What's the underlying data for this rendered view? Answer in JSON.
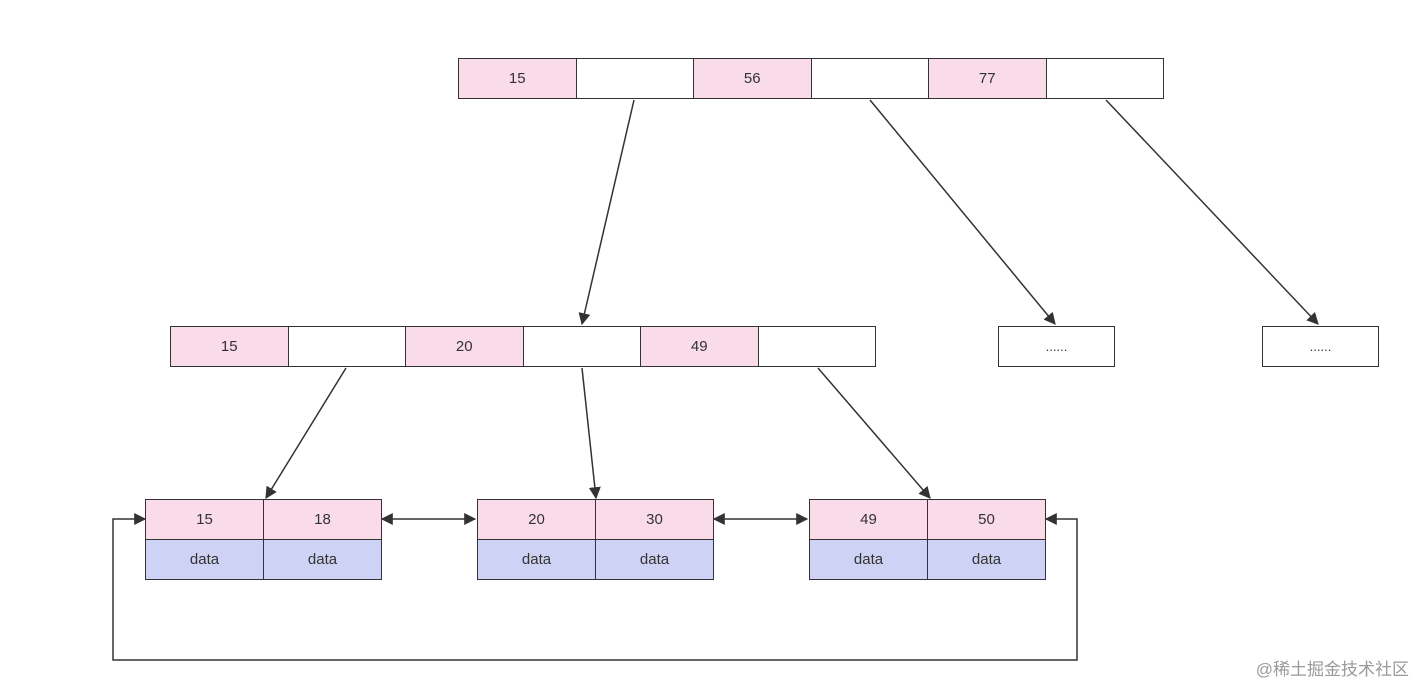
{
  "colors": {
    "key": "#fadbea",
    "data": "#ced2f5",
    "pointer": "#ffffff",
    "stroke": "#333333"
  },
  "root": {
    "cells": [
      "15",
      "",
      "56",
      "",
      "77",
      ""
    ]
  },
  "level2": {
    "node": {
      "cells": [
        "15",
        "",
        "20",
        "",
        "49",
        ""
      ]
    },
    "placeholders": [
      "......",
      "......"
    ]
  },
  "leaves": [
    {
      "keys": [
        "15",
        "18"
      ],
      "data": [
        "data",
        "data"
      ]
    },
    {
      "keys": [
        "20",
        "30"
      ],
      "data": [
        "data",
        "data"
      ]
    },
    {
      "keys": [
        "49",
        "50"
      ],
      "data": [
        "data",
        "data"
      ]
    }
  ],
  "watermark": "@稀土掘金技术社区"
}
